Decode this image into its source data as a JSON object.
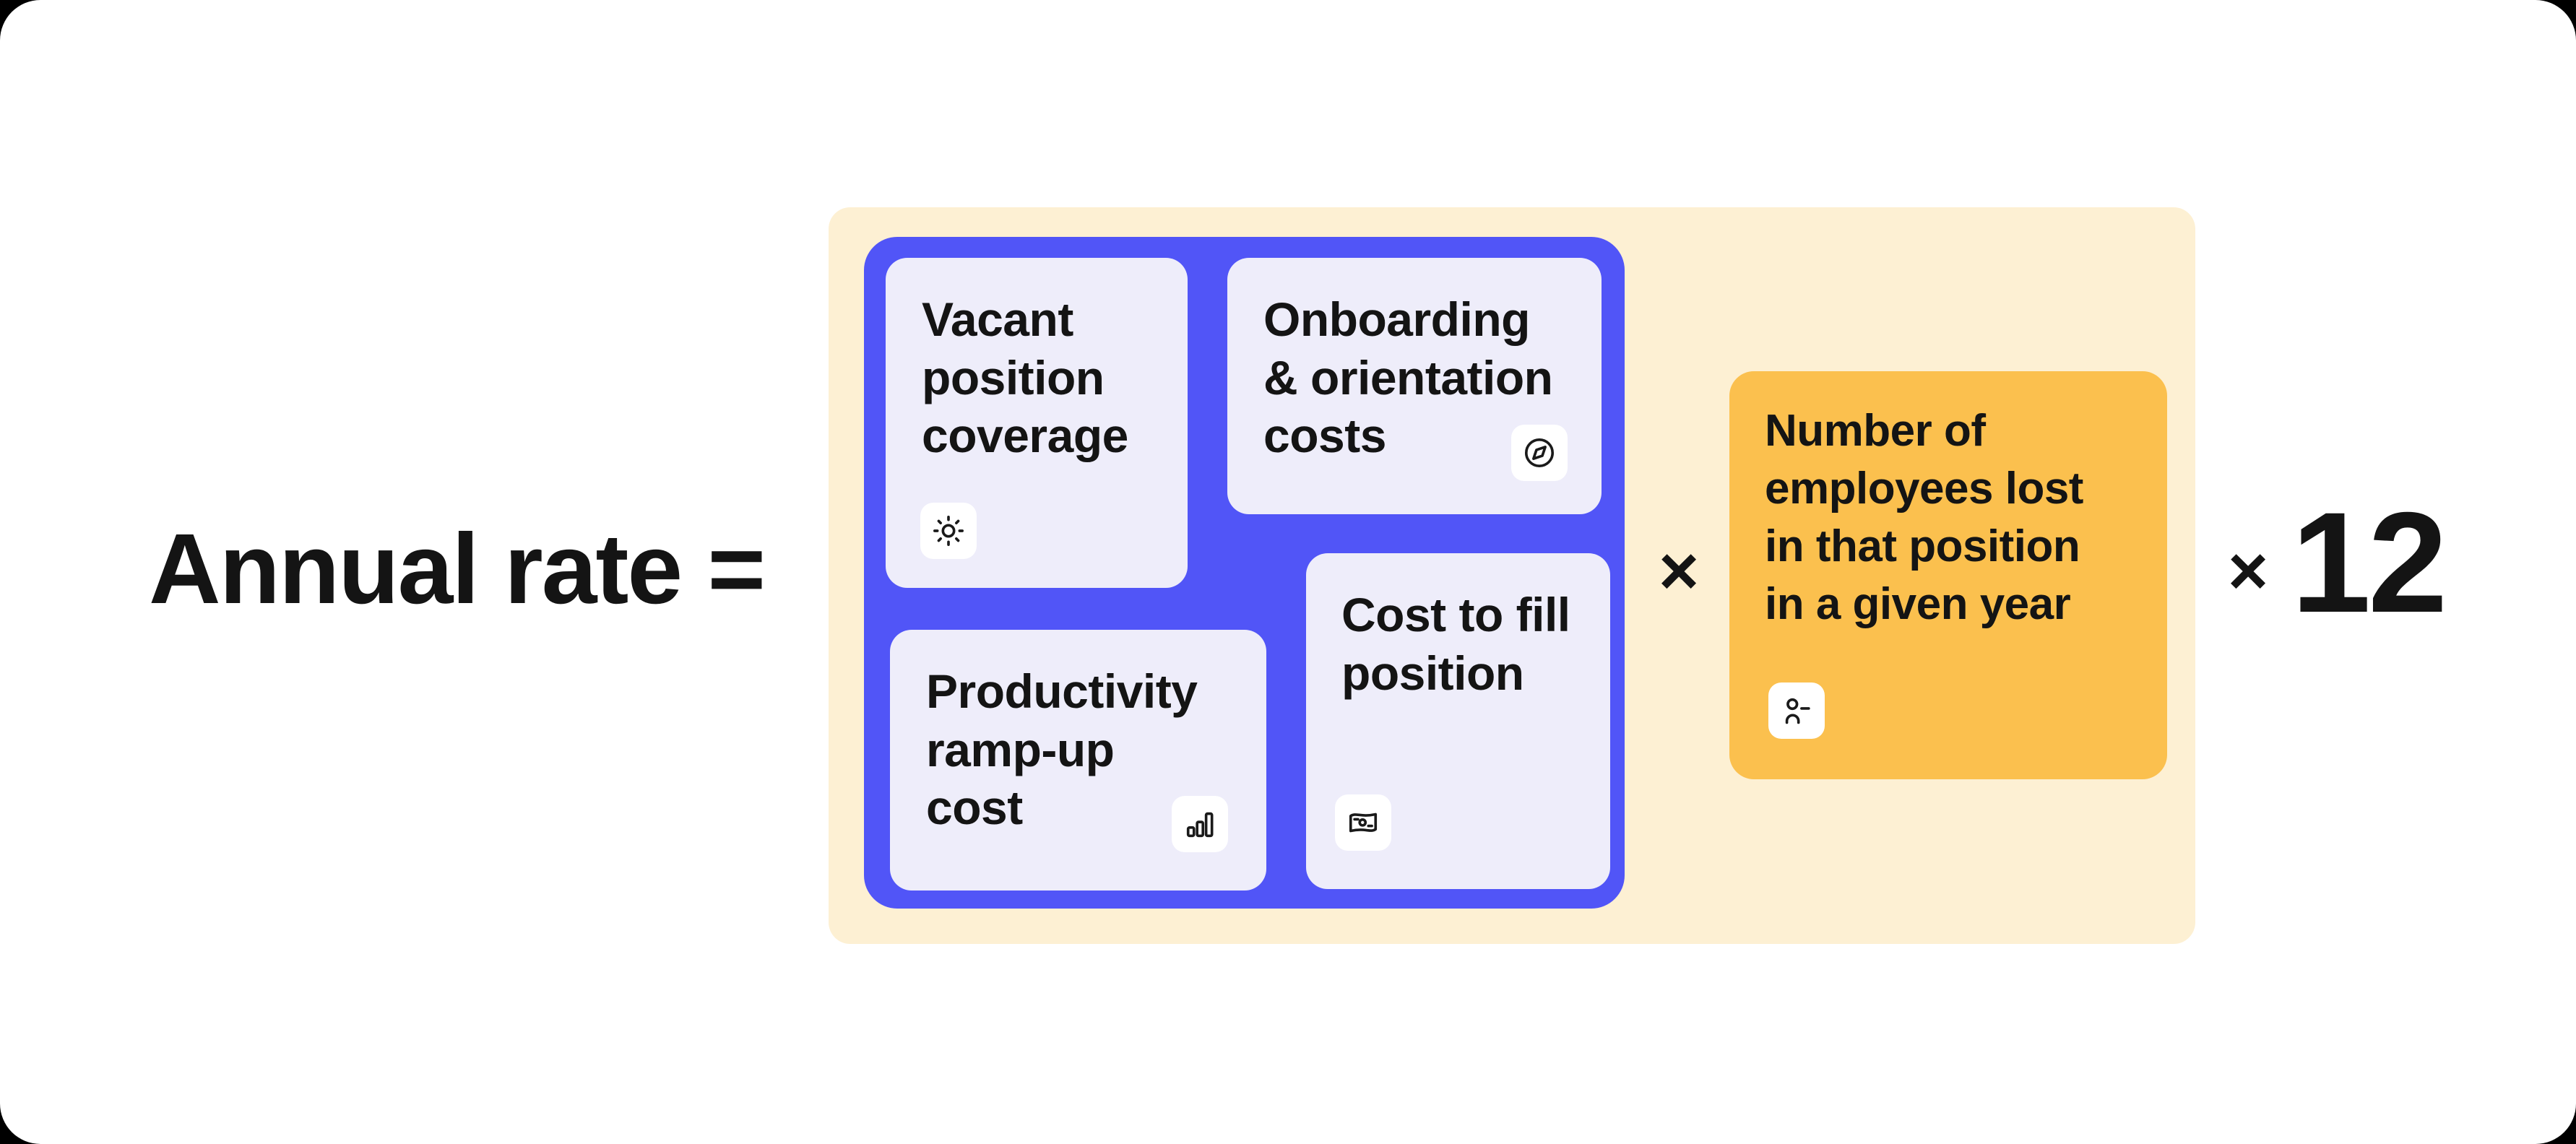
{
  "formula": {
    "title": "Annual rate =",
    "inner_multiply": "×",
    "outer_multiply": "×",
    "multiplier": "12"
  },
  "colors": {
    "backdrop": "#000000",
    "surface": "#ffffff",
    "panel_cream": "#FDF0D3",
    "group_purple": "#5155F7",
    "card_lavender": "#EEEDFA",
    "card_orange": "#FBC04E",
    "text": "#141414"
  },
  "cost_group": {
    "cards": [
      {
        "label": "Vacant\nposition\ncoverage",
        "icon": "sun-icon"
      },
      {
        "label": "Onboarding\n& orientation\ncosts",
        "icon": "compass-icon"
      },
      {
        "label": "Productivity\nramp-up\ncost",
        "icon": "bar-chart-icon"
      },
      {
        "label": "Cost to fill\nposition",
        "icon": "banknote-icon"
      }
    ]
  },
  "employee_card": {
    "label": "Number of\nemployees lost\nin that position\nin a given year",
    "icon": "user-minus-icon"
  }
}
